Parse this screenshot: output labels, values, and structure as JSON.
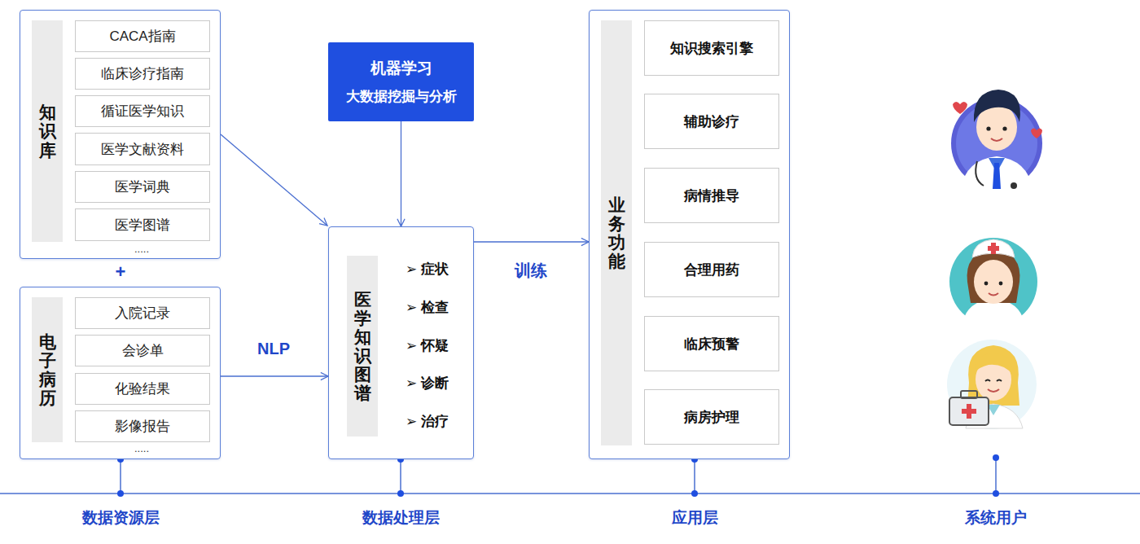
{
  "diagram": {
    "nodes": [
      {
        "text": [
          "知识库"
        ]
      },
      {
        "text": [
          "CACA指南"
        ],
        "in": 0
      },
      {
        "text": [
          "临床诊疗指南"
        ],
        "in": 0
      },
      {
        "text": [
          "循证医学知识"
        ],
        "in": 0
      },
      {
        "text": [
          "医学文献资料"
        ],
        "in": 0
      },
      {
        "text": [
          "医学词典"
        ],
        "in": 0
      },
      {
        "text": [
          "医学图谱"
        ],
        "in": 0
      },
      {
        "text": [
          "电子病历"
        ]
      },
      {
        "text": [
          "入院记录"
        ],
        "in": 7
      },
      {
        "text": [
          "会诊单"
        ],
        "in": 7
      },
      {
        "text": [
          "化验结果"
        ],
        "in": 7
      },
      {
        "text": [
          "影像报告"
        ],
        "in": 7
      },
      {
        "text": [
          "机器学习",
          "大数据挖掘与分析"
        ]
      },
      {
        "text": [
          "医学知识图谱",
          "➢ 症状",
          "➢ 检查",
          "➢ 怀疑",
          "➢ 诊断",
          "➢ 治疗"
        ]
      },
      {
        "text": [
          "业务功能"
        ]
      },
      {
        "text": [
          "知识搜索引擎"
        ],
        "in": 14
      },
      {
        "text": [
          "辅助诊疗"
        ],
        "in": 14
      },
      {
        "text": [
          "病情推导"
        ],
        "in": 14
      },
      {
        "text": [
          "合理用药"
        ],
        "in": 14
      },
      {
        "text": [
          "临床预警"
        ],
        "in": 14
      },
      {
        "text": [
          "病房护理"
        ],
        "in": 14
      }
    ],
    "edges": [
      {
        "from": 0,
        "to": 13,
        "arrow": "to"
      },
      {
        "from": 7,
        "to": 13,
        "label": "NLP",
        "arrow": "to"
      },
      {
        "from": 12,
        "to": 13,
        "arrow": "to"
      },
      {
        "from": 13,
        "to": 14,
        "label": "训练",
        "arrow": "to"
      }
    ],
    "labels": [
      ".....",
      "+",
      ".....",
      "数据资源层",
      "数据处理层",
      "应用层",
      "系统用户"
    ]
  }
}
